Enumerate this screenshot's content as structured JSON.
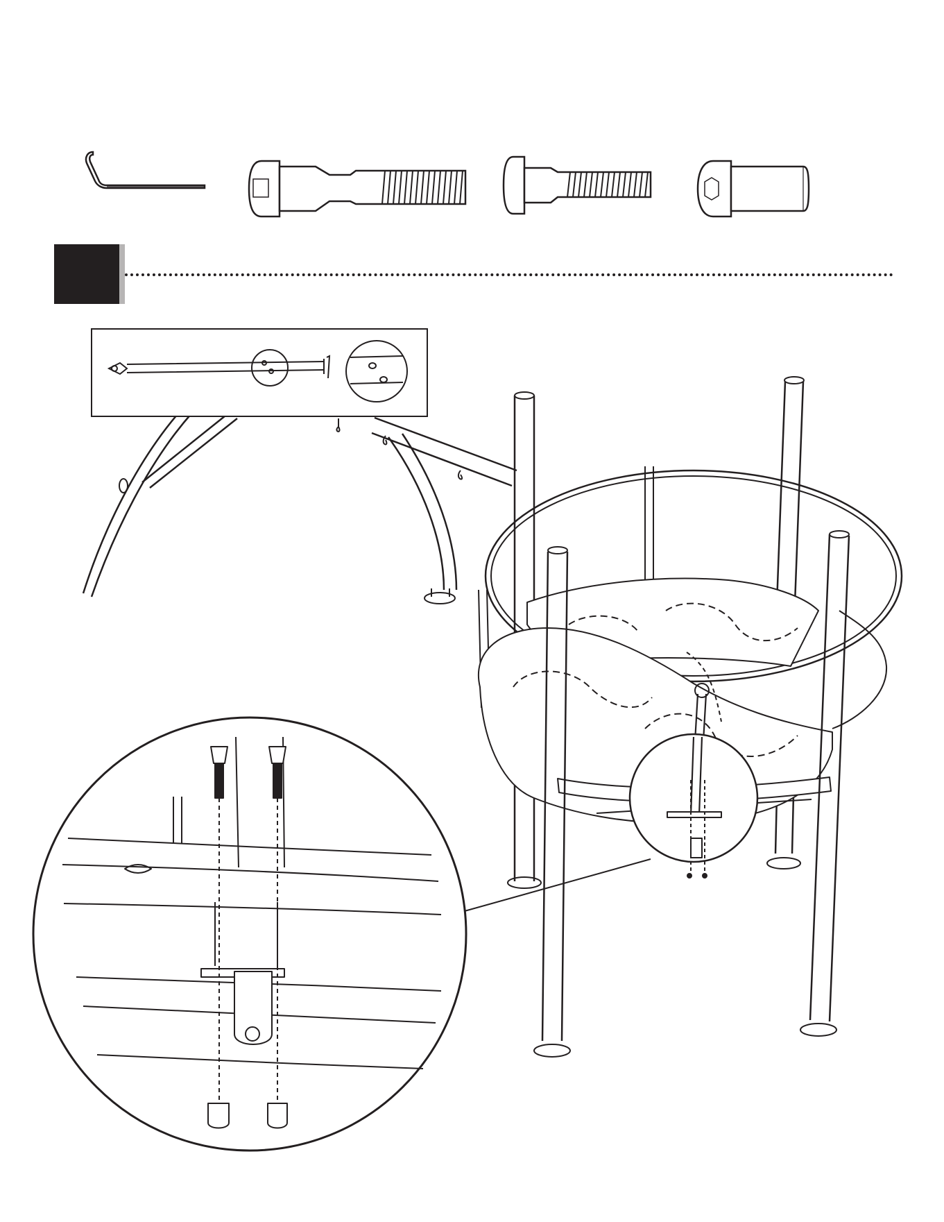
{
  "page": {
    "hardware": [
      {
        "name": "hex-key"
      },
      {
        "name": "long-bolt"
      },
      {
        "name": "short-bolt"
      },
      {
        "name": "barrel-nut"
      }
    ],
    "step": {
      "number": ""
    },
    "colors": {
      "ink": "#231f20",
      "shadow": "#b7b5b5",
      "paper": "#ffffff"
    }
  }
}
